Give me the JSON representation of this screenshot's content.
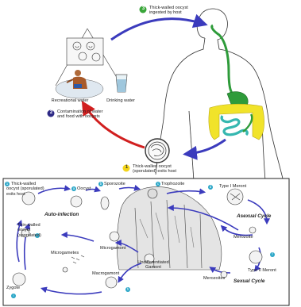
{
  "upper": {
    "step3": {
      "num": "3",
      "line1": "Thick-walled oocyst",
      "line2": "ingested by host",
      "color": "#3aa63a"
    },
    "step2": {
      "num": "2",
      "line1": "Contamination of water",
      "line2": "and food with oocysts",
      "color": "#2e2a86"
    },
    "step1": {
      "num": "1",
      "line1": "Thick-walled oocyst",
      "line2": "(sporulated) exits host",
      "color": "#f4d51a"
    },
    "recreational_water": "Recreational water",
    "drinking_water": "Drinking water"
  },
  "lower": {
    "auto_infection": "Auto-infection",
    "asexual_cycle": "Asexual Cycle",
    "sexual_cycle": "Sexual Cycle",
    "stages": {
      "thick_walled_exit": {
        "num": "1",
        "line1": "Thick-walled",
        "line2": "oocyst (sporulated)",
        "line3": "exits host"
      },
      "oocyst": {
        "num": "a",
        "label": "Oocyst"
      },
      "sporozoite": {
        "num": "b",
        "label": "Sporozoite"
      },
      "trophozoite": {
        "num": "c",
        "label": "Trophozoite"
      },
      "type1_meront": {
        "num": "d",
        "label": "Type I Meront"
      },
      "merozoite": "Merozoite",
      "type2_meront": {
        "num": "f",
        "label": "Type II Meront"
      },
      "merozoites": "Merozoites",
      "thin_walled": {
        "num": "k",
        "line1": "Thin-walled",
        "line2": "oocyst",
        "line3": "(sporulated)"
      },
      "microgamonts": "Microgametes",
      "microgamont": "Microgamont",
      "undifferentiated_gamont": {
        "line1": "Undifferentiated",
        "line2": "Gamont"
      },
      "macrogamont": {
        "num": "h",
        "label": "Macrogamont"
      },
      "zygote": {
        "num": "i",
        "label": "Zygote"
      }
    }
  },
  "colors": {
    "arrow_blue": "#3b3bbd",
    "arrow_red": "#d11f1f",
    "gut_yellow": "#f1e32a",
    "gut_green": "#2e9b3a",
    "gut_teal": "#35b7b0",
    "stage_teal": "#2aa6c7"
  }
}
